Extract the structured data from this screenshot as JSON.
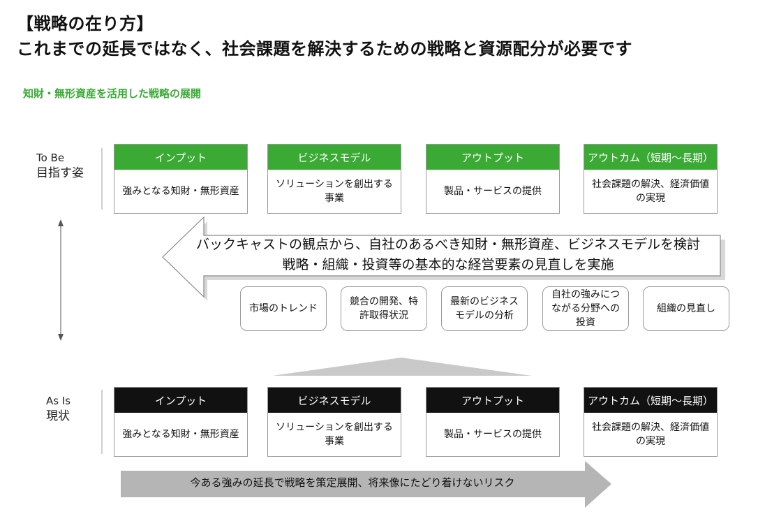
{
  "header": {
    "bracket_title": "【戦略の在り方】",
    "main_title": "これまでの延長ではなく、社会課題を解決するための戦略と資源配分が必要です",
    "subtitle": "知財・無形資産を活用した戦略の展開"
  },
  "tobe": {
    "label_en": "To Be",
    "label_ja": "目指す姿",
    "boxes": [
      {
        "header": "インプット",
        "body": "強みとなる知財・無形資産"
      },
      {
        "header": "ビジネスモデル",
        "body": "ソリューションを創出する事業"
      },
      {
        "header": "アウトプット",
        "body": "製品・サービスの提供"
      },
      {
        "header": "アウトカム（短期～長期）",
        "body": "社会課題の解決、経済価値の実現"
      }
    ]
  },
  "backcast": {
    "line1": "バックキャストの観点から、自社のあるべき知財・無形資産、ビジネスモデルを検討",
    "line2": "戦略・組織・投資等の基本的な経営要素の見直しを実施"
  },
  "factors": [
    "市場のトレンド",
    "競合の開発、特許取得状況",
    "最新のビジネスモデルの分析",
    "自社の強みにつながる分野への投資",
    "組織の見直し"
  ],
  "asis": {
    "label_en": "As Is",
    "label_ja": "現状",
    "boxes": [
      {
        "header": "インプット",
        "body": "強みとなる知財・無形資産"
      },
      {
        "header": "ビジネスモデル",
        "body": "ソリューションを創出する事業"
      },
      {
        "header": "アウトプット",
        "body": "製品・サービスの提供"
      },
      {
        "header": "アウトカム（短期～長期）",
        "body": "社会課題の解決、経済価値の実現"
      }
    ]
  },
  "risk": {
    "text": "今ある強みの延長で戦略を策定展開、将来像にたどり着けないリスク"
  },
  "colors": {
    "tobe_header": "#3aaa35",
    "asis_header": "#111111",
    "subtitle": "#3aaa35",
    "risk_arrow": "#b5b5b5"
  }
}
